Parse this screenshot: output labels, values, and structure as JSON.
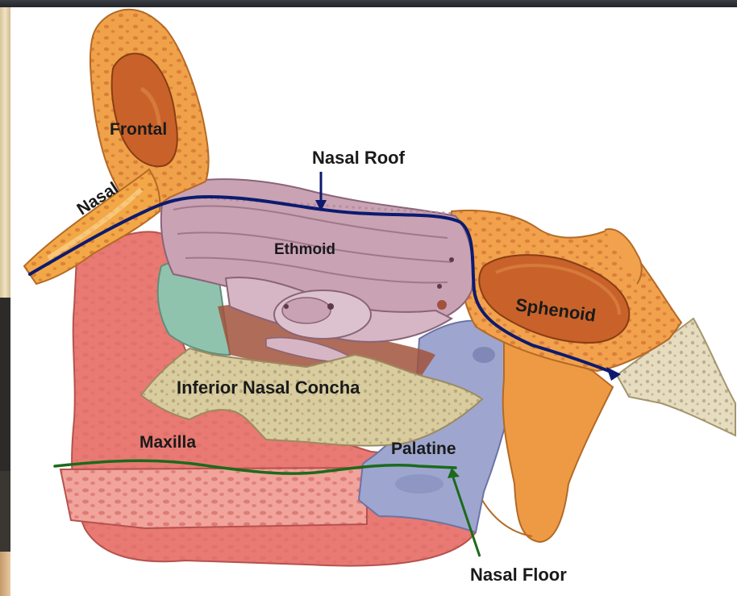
{
  "labels": {
    "frontal": "Frontal",
    "nasal": "Nasal",
    "nasal_roof": "Nasal Roof",
    "ethmoid": "Ethmoid",
    "sphenoid": "Sphenoid",
    "inferior_nasal_concha": "Inferior Nasal Concha",
    "maxilla": "Maxilla",
    "palatine": "Palatine",
    "nasal_floor": "Nasal Floor"
  },
  "colors": {
    "frontal_bone": "#f0a24a",
    "sinus": "#c8622a",
    "nasal_bone": "#f3a847",
    "ethmoid_bone": "#c9a2b4",
    "sphenoid_bone": "#f2a24d",
    "maxilla_bone": "#e87a73",
    "concha_bone": "#d9cda0",
    "palatine_bone": "#9ea6cf",
    "vomer_teal": "#8fc3ae",
    "nasal_roof_line": "#0c1b6e",
    "nasal_floor_line": "#1c6a1c"
  }
}
